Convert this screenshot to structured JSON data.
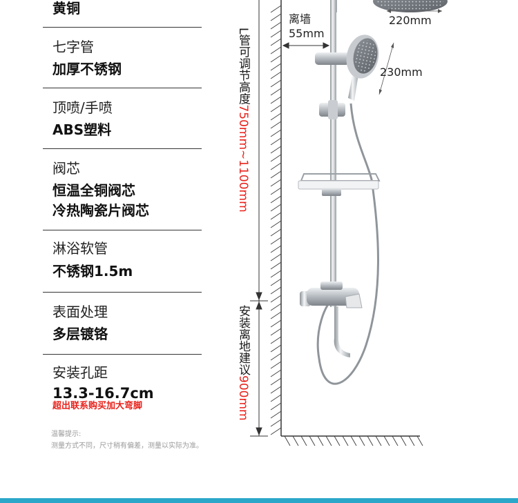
{
  "specs": [
    {
      "label": "",
      "values": [
        "黄铜"
      ]
    },
    {
      "label": "七字管",
      "values": [
        "加厚不锈钢"
      ]
    },
    {
      "label": "顶喷/手喷",
      "values": [
        "ABS塑料"
      ]
    },
    {
      "label": "阀芯",
      "values": [
        "恒温全铜阀芯",
        "冷热陶瓷片阀芯"
      ]
    },
    {
      "label": "淋浴软管",
      "values": [
        "不锈钢1.5m"
      ]
    },
    {
      "label": "表面处理",
      "values": [
        "多层镀铬"
      ]
    },
    {
      "label": "安装孔距",
      "values": [
        "13.3-16.7cm"
      ],
      "note": "超出联系购买加大弯脚"
    }
  ],
  "tips": {
    "title": "温馨提示:",
    "text": "测量方式不同，尺寸稍有偏差，测量以实际为准。"
  },
  "diagram": {
    "l_pipe_black": "L管可调节高度",
    "l_pipe_red": "750mm~1100mm",
    "install_black": "安装离地建议",
    "install_red": "900mm",
    "wall_gap_1": "离墙",
    "wall_gap_2": "55mm",
    "top_shower_size": "220mm",
    "hand_shower_size": "230mm"
  },
  "colors": {
    "accent_red": "#e8221b",
    "bottom_bar": "#2aa7c9",
    "chrome": "#b9bec3"
  }
}
